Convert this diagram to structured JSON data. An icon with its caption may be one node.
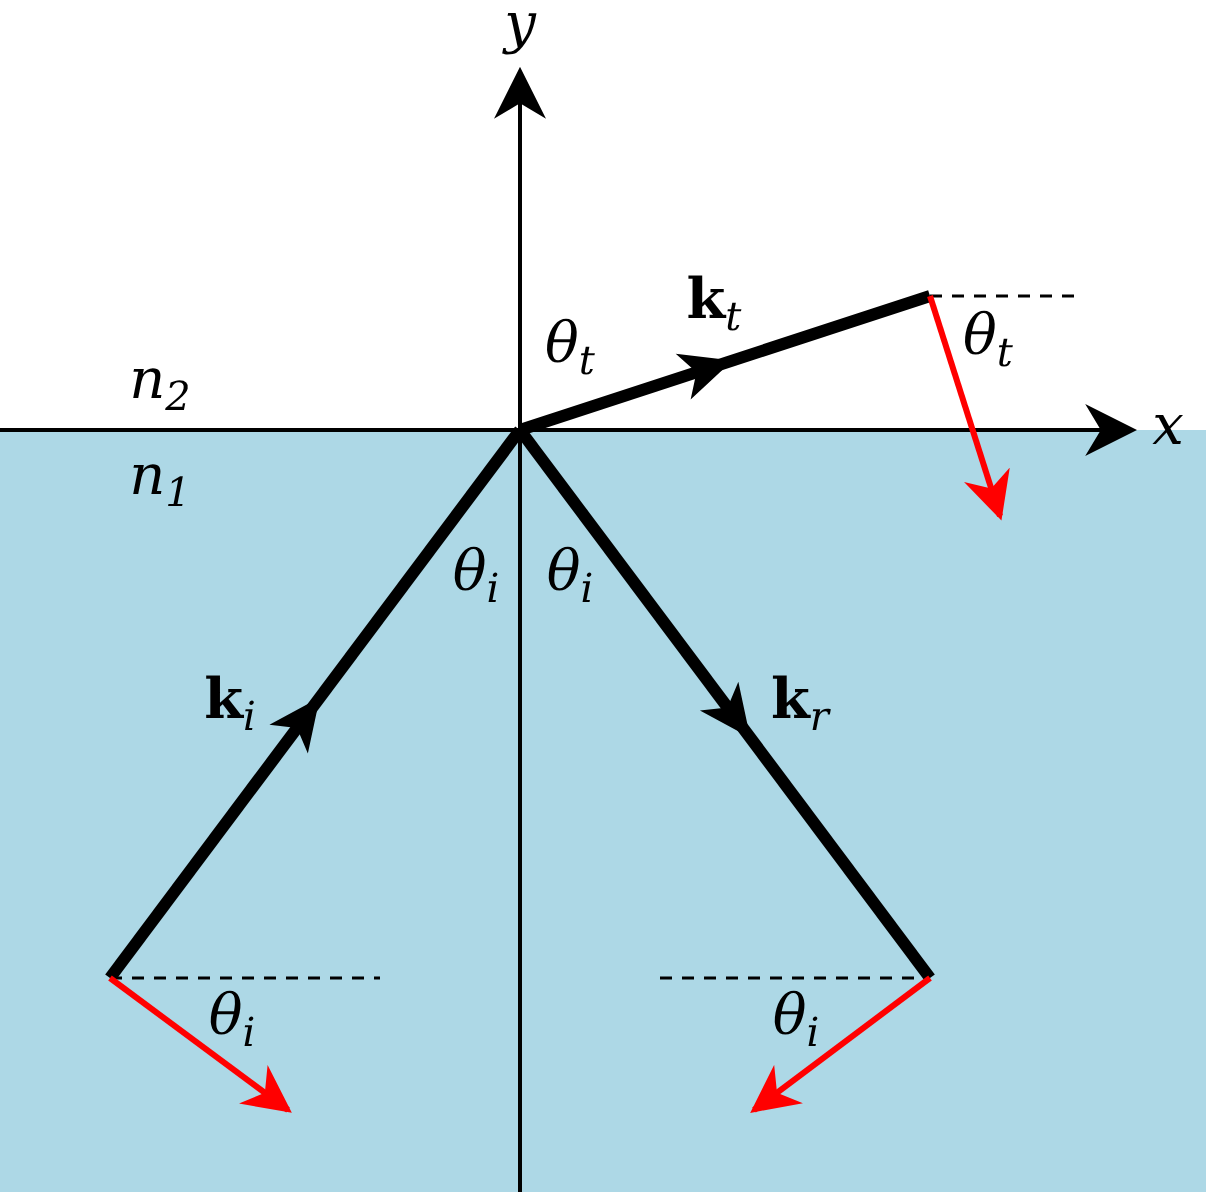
{
  "diagram": {
    "labels": [
      "y",
      "θ$_{t}$",
      "**k**$_{t}$",
      "θ$_{t}$",
      "n$_{2}$",
      "x",
      "n$_{1}$",
      "θ$_{i}$",
      "θ$_{i}$",
      "**k**$_{i}$",
      "**k**$_{r}$",
      "θ$_{i}$",
      "θ$_{i}$"
    ]
  }
}
